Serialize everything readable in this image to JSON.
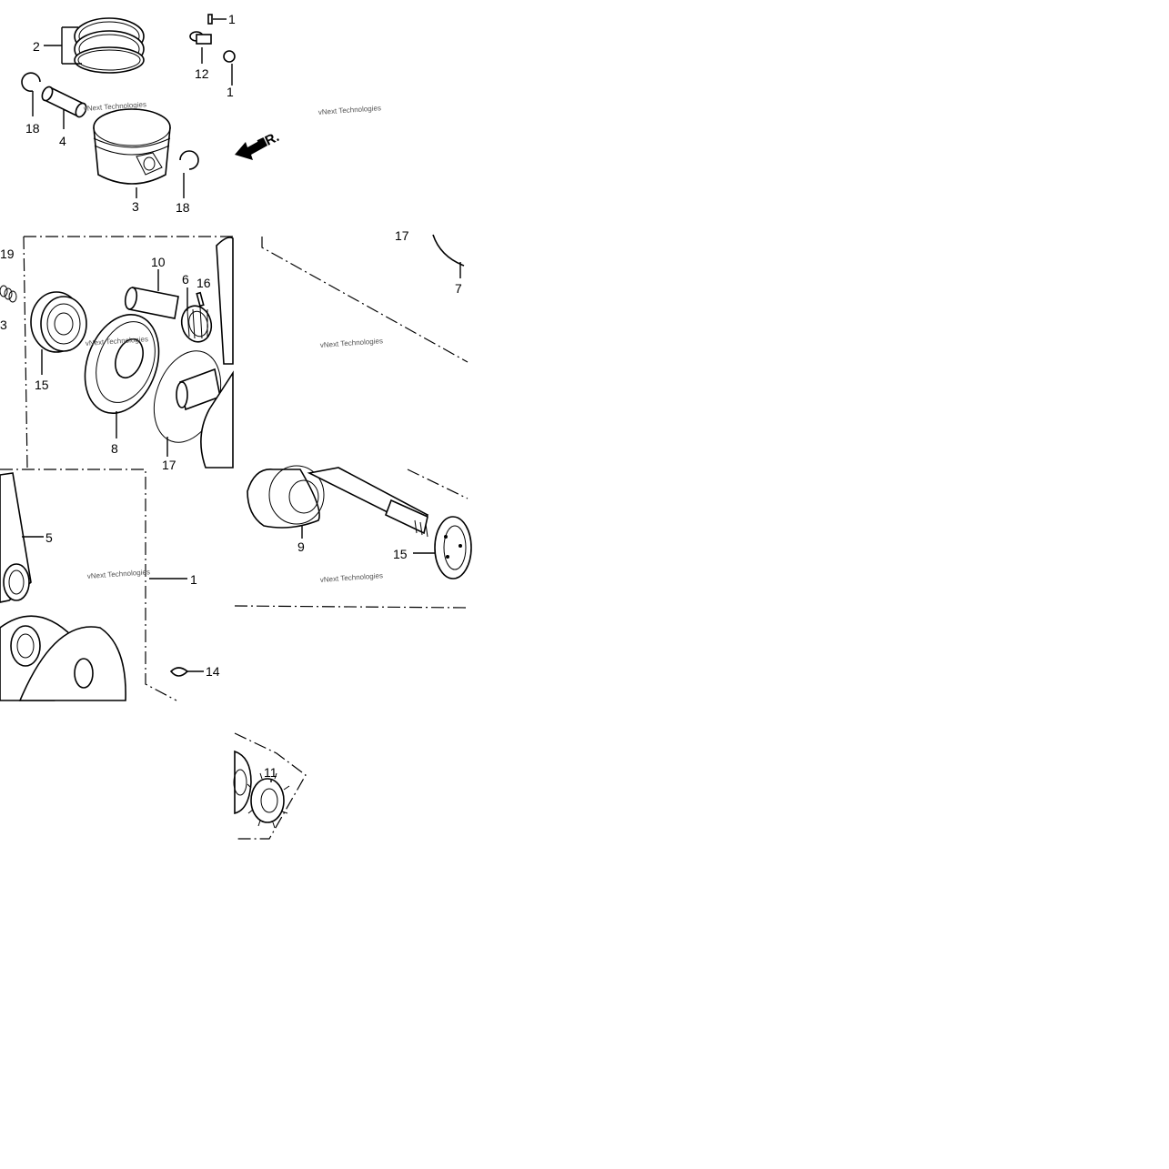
{
  "tiles": {
    "t1": {
      "labels": {
        "a": "2",
        "b": "1",
        "c": "12",
        "d": "1",
        "e": "18",
        "f": "4",
        "g": "3",
        "h": "18"
      },
      "watermark": "vNext Technologies",
      "arrow": "FR."
    },
    "t2": {
      "watermark": "vNext Technologies"
    },
    "t3": {
      "labels": {
        "a": "19",
        "b": "3",
        "c": "10",
        "d": "6",
        "e": "16",
        "f": "15",
        "g": "8",
        "h": "17"
      },
      "watermark": "vNext Technologies"
    },
    "t4": {
      "labels": {
        "a": "17",
        "b": "7"
      },
      "watermark": "vNext Technologies"
    },
    "t5": {
      "labels": {
        "a": "5",
        "b": "1",
        "c": "14"
      },
      "watermark": "vNext Technologies"
    },
    "t6": {
      "labels": {
        "a": "9",
        "b": "15"
      },
      "watermark": "vNext Technologies"
    },
    "t7": {
      "labels": {
        "a": "11"
      }
    }
  }
}
